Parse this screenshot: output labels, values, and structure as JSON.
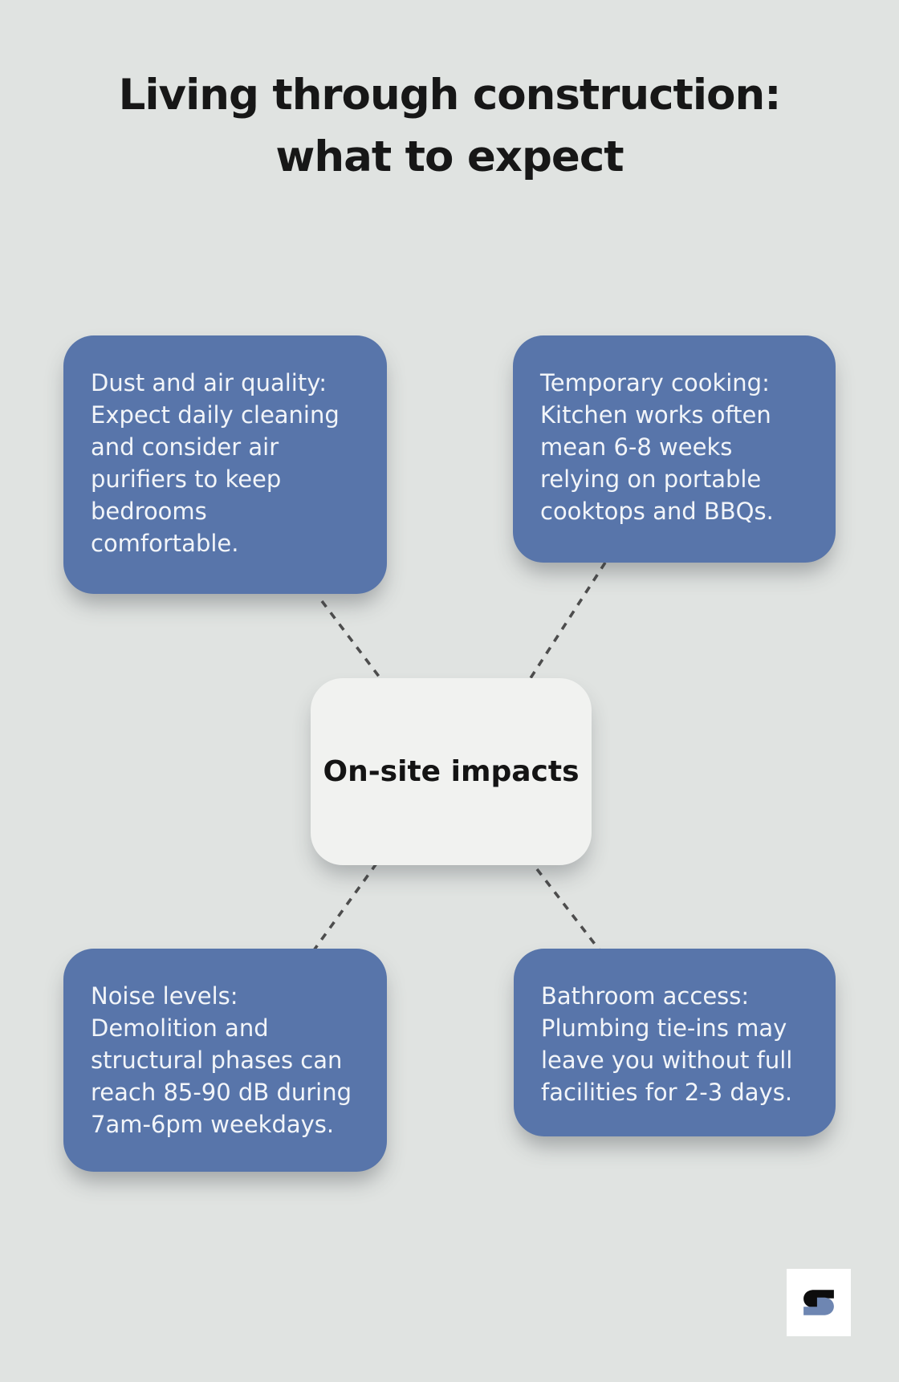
{
  "title": {
    "line1": "Living through construction:",
    "line2": "what to expect"
  },
  "center_node": {
    "label": "On-site impacts"
  },
  "boxes": [
    {
      "id": "dust",
      "text": "Dust and air quality:\nExpect daily cleaning\nand consider air\npurifiers to keep\nbedrooms\ncomfortable."
    },
    {
      "id": "cooking",
      "text": "Temporary cooking:\nKitchen works often\nmean 6-8 weeks\nrelying on portable\ncooktops and BBQs."
    },
    {
      "id": "noise",
      "text": "Noise levels:\nDemolition and\nstructural phases can\nreach 85-90 dB during\n7am-6pm weekdays."
    },
    {
      "id": "bathroom",
      "text": "Bathroom access:\nPlumbing tie-ins may\nleave you without full\nfacilities for 2-3 days."
    }
  ],
  "logo": {
    "name": "s-monogram"
  },
  "colors": {
    "bg": "#e0e3e1",
    "box-blue": "#5875aa",
    "box-text": "#f2f5f9",
    "node-fill": "#f1f2f0",
    "dash": "#4d4d4d",
    "title-text": "#171717",
    "logo-black": "#0d0d0d",
    "logo-blue": "#6e86b2"
  }
}
